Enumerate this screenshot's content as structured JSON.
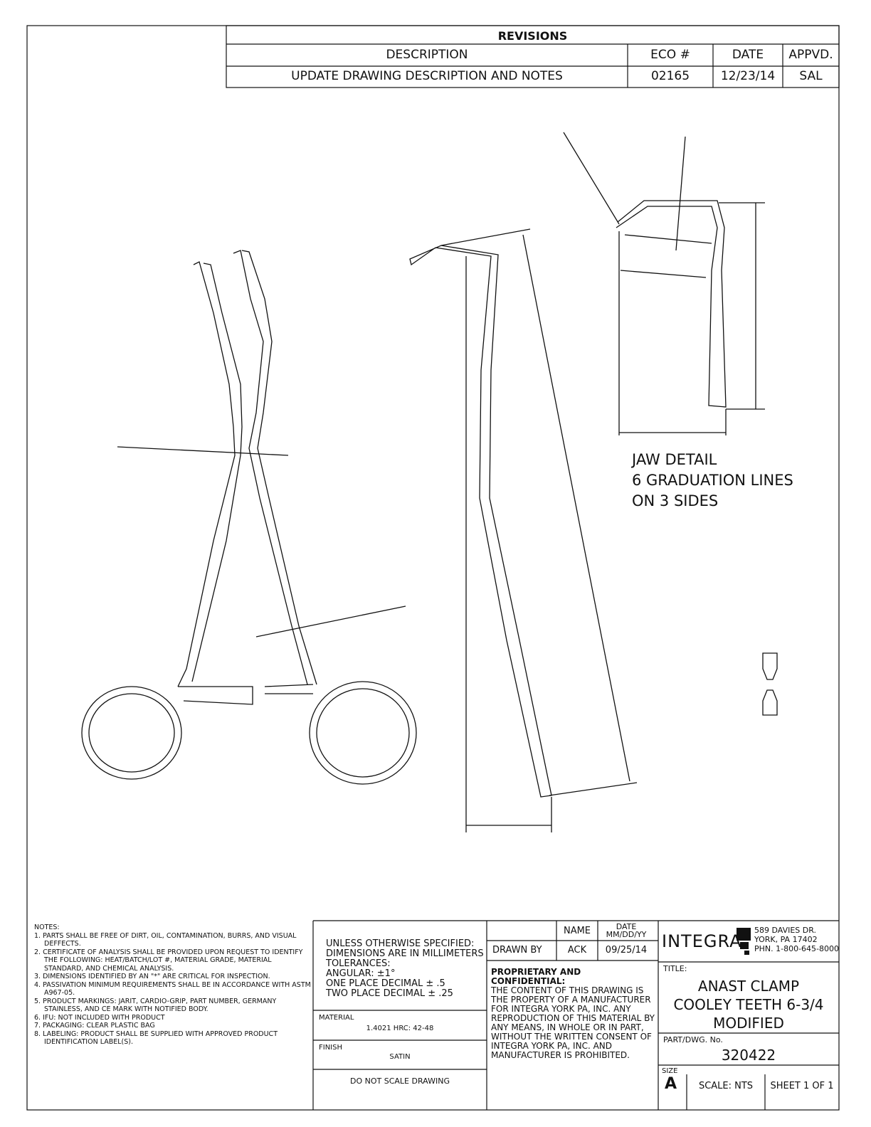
{
  "revisions": {
    "title": "REVISIONS",
    "headers": [
      "DESCRIPTION",
      "ECO #",
      "DATE",
      "APPVD."
    ],
    "rows": [
      [
        "UPDATE DRAWING DESCRIPTION AND NOTES",
        "02165",
        "12/23/14",
        "SAL"
      ]
    ]
  },
  "jaw_detail": [
    "JAW DETAIL",
    "6 GRADUATION LINES",
    "ON 3 SIDES"
  ],
  "notes": {
    "title": "NOTES:",
    "items": [
      "1. PARTS SHALL BE FREE OF DIRT, OIL, CONTAMINATION, BURRS, AND VISUAL DEFFECTS.",
      "2. CERTIFICATE OF ANALYSIS SHALL BE PROVIDED UPON REQUEST TO IDENTIFY THE FOLLOWING: HEAT/BATCH/LOT #, MATERIAL GRADE, MATERIAL STANDARD, AND CHEMICAL ANALYSIS.",
      "3. DIMENSIONS IDENTIFIED BY AN \"*\" ARE CRITICAL FOR INSPECTION.",
      "4. PASSIVATION MINIMUM REQUIREMENTS SHALL BE IN ACCORDANCE WITH ASTM A967-05.",
      "5. PRODUCT MARKINGS: JARIT, CARDIO-GRIP, PART NUMBER, GERMANY STAINLESS, AND CE MARK WITH NOTIFIED BODY.",
      "6. IFU: NOT INCLUDED WITH PRODUCT",
      "7. PACKAGING: CLEAR PLASTIC BAG",
      "8. LABELING: PRODUCT SHALL BE SUPPLIED WITH APPROVED PRODUCT IDENTIFICATION LABEL(S)."
    ]
  },
  "tolerances": [
    "UNLESS OTHERWISE SPECIFIED:",
    "DIMENSIONS ARE IN MILLIMETERS",
    "TOLERANCES:",
    "ANGULAR: ±1°",
    "ONE PLACE DECIMAL ± .5",
    "TWO PLACE DECIMAL ± .25"
  ],
  "material": {
    "label": "MATERIAL",
    "value": "1.4021  HRC: 42-48"
  },
  "finish": {
    "label": "FINISH",
    "value": "SATIN"
  },
  "do_not_scale": "DO NOT SCALE DRAWING",
  "drawn": {
    "name_header": "NAME",
    "date_header": "DATE MM/DD/YY",
    "label": "DRAWN BY",
    "name": "ACK",
    "date": "09/25/14"
  },
  "proprietary": {
    "title": "PROPRIETARY AND CONFIDENTIAL:",
    "body": "THE CONTENT OF THIS DRAWING IS THE PROPERTY OF A MANUFACTURER FOR INTEGRA YORK PA, INC. ANY REPRODUCTION OF THIS MATERIAL BY ANY MEANS, IN WHOLE OR IN PART, WITHOUT THE WRITTEN CONSENT OF INTEGRA YORK PA, INC. AND MANUFACTURER IS PROHIBITED."
  },
  "company": {
    "name": "INTEGRA",
    "address": [
      "589 DAVIES DR.",
      "YORK, PA 17402",
      "PHN. 1-800-645-8000"
    ]
  },
  "title_block": {
    "label": "TITLE:",
    "lines": [
      "ANAST CLAMP",
      "COOLEY TEETH 6-3/4",
      "MODIFIED"
    ]
  },
  "part": {
    "label": "PART/DWG. No.",
    "value": "320422"
  },
  "size": {
    "label": "SIZE",
    "value": "A"
  },
  "scale": "SCALE: NTS",
  "sheet": "SHEET 1 OF 1"
}
